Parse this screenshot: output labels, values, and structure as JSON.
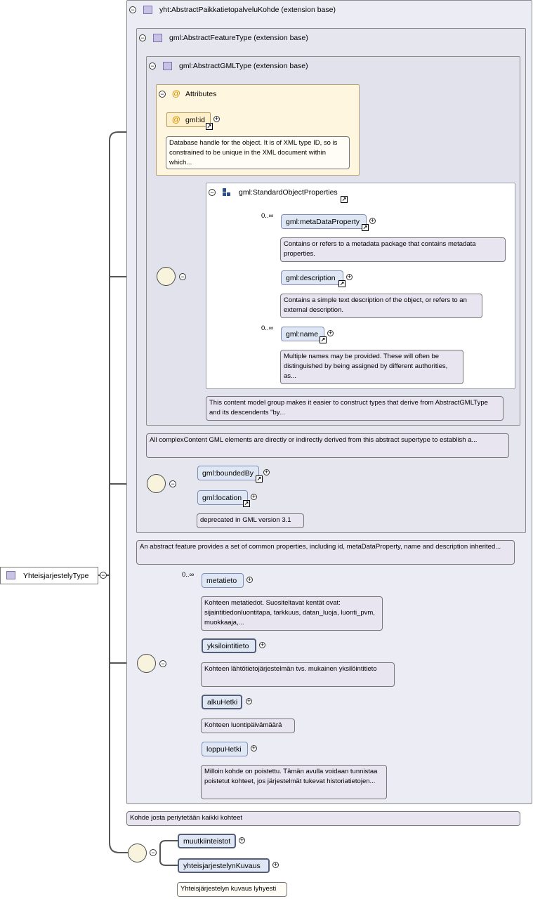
{
  "root": {
    "label": "YhteisjarjestelyType"
  },
  "frames": {
    "outer": {
      "label": "yht:AbstractPaikkatietopalveluKohde (extension base)"
    },
    "feature": {
      "label": "gml:AbstractFeatureType (extension base)"
    },
    "gml": {
      "label": "gml:AbstractGMLType (extension base)"
    },
    "attributes": {
      "label": "Attributes"
    },
    "standard": {
      "label": "gml:StandardObjectProperties"
    }
  },
  "attribute_id": {
    "label": "gml:id",
    "doc": "Database handle for the object. It is of XML type ID, so is constrained to be unique in the XML document within which..."
  },
  "standard_elements": [
    {
      "label": "gml:metaDataProperty",
      "card": "0..∞",
      "doc": "Contains or refers to a metadata package that contains metadata properties."
    },
    {
      "label": "gml:description",
      "card": "",
      "doc": "Contains a simple text description of the object, or refers to an external description."
    },
    {
      "label": "gml:name",
      "card": "0..∞",
      "doc": "Multiple names may be provided. These will often be distinguished by being assigned by different authorities, as..."
    }
  ],
  "notes": {
    "standard_group": "This content model group makes it easier to construct types that derive from AbstractGMLType and its descendents \"by...",
    "gml_type": "All complexContent GML elements are directly or indirectly derived from this abstract supertype to establish a...",
    "feature_type": "An abstract feature provides a set of common properties, including id, metaDataProperty, name and description inherited...",
    "outer": "Kohde josta periytetään kaikki kohteet"
  },
  "feature_elements": [
    {
      "label": "gml:boundedBy",
      "doc": ""
    },
    {
      "label": "gml:location",
      "doc": "deprecated in GML version 3.1"
    }
  ],
  "kohde_elements": [
    {
      "label": "metatieto",
      "card": "0..∞",
      "doc": "Kohteen metatiedot. Suositeltavat kentät ovat: sijaintitiedonluontitapa, tarkkuus, datan_luoja, luonti_pvm, muokkaaja,..."
    },
    {
      "label": "yksilointitieto",
      "card": "",
      "doc": "Kohteen lähtötietojärjestelmän tvs. mukainen yksilöintitieto"
    },
    {
      "label": "alkuHetki",
      "card": "",
      "doc": "Kohteen luontipäivämäärä"
    },
    {
      "label": "loppuHetki",
      "card": "",
      "doc": "Milloin kohde on poistettu. Tämän avulla voidaan tunnistaa poistetut kohteet, jos järjestelmät tukevat historiatietojen..."
    }
  ],
  "own_elements": [
    {
      "label": "muutkiinteistot",
      "doc": ""
    },
    {
      "label": "yhteisjarjestelynKuvaus",
      "doc": "Yhteisjärjestelyn kuvaus lyhyesti"
    }
  ],
  "icons": {
    "complex_type": "complex-type-icon",
    "attribute": "attribute-icon",
    "group": "group-icon",
    "sequence": "sequence-compositor-icon",
    "collapse": "collapse-icon",
    "expand": "expand-icon",
    "reference": "reference-arrow-icon"
  },
  "colors": {
    "element_fill": "#dfe6f4",
    "element_border": "#7e8db5",
    "frame_fill": "#ececf4",
    "attribute_fill": "#fff6df",
    "note_fill": "#e8e4f0",
    "complex_type_icon": "#c9c2e5"
  }
}
